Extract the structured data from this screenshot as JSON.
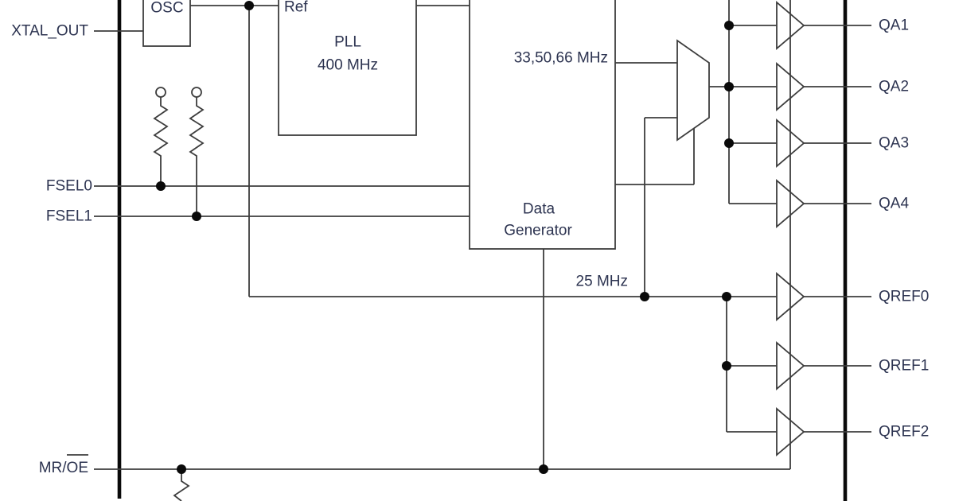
{
  "diagram": {
    "type": "ic-block-diagram",
    "colors": {
      "background": "#ffffff",
      "wire": "#3d3d3d",
      "boundary": "#0a0a0a",
      "text": "#2c3350"
    },
    "blocks": {
      "osc": {
        "label": "OSC"
      },
      "pll": {
        "line1": "PLL",
        "line2": "400 MHz",
        "ref_pin": "Ref"
      },
      "data_generator": {
        "line1": "Data",
        "line2": "Generator"
      }
    },
    "inputs": {
      "xtal_out": "XTAL_OUT",
      "fsel0": "FSEL0",
      "fsel1": "FSEL1",
      "mr_oe_prefix": "MR/",
      "mr_oe_overlined": "OE"
    },
    "nets": {
      "pll_bus_freq": "33,50,66 MHz",
      "ref_clock_freq": "25 MHz"
    },
    "outputs": [
      "QA1",
      "QA2",
      "QA3",
      "QA4",
      "QREF0",
      "QREF1",
      "QREF2"
    ]
  }
}
